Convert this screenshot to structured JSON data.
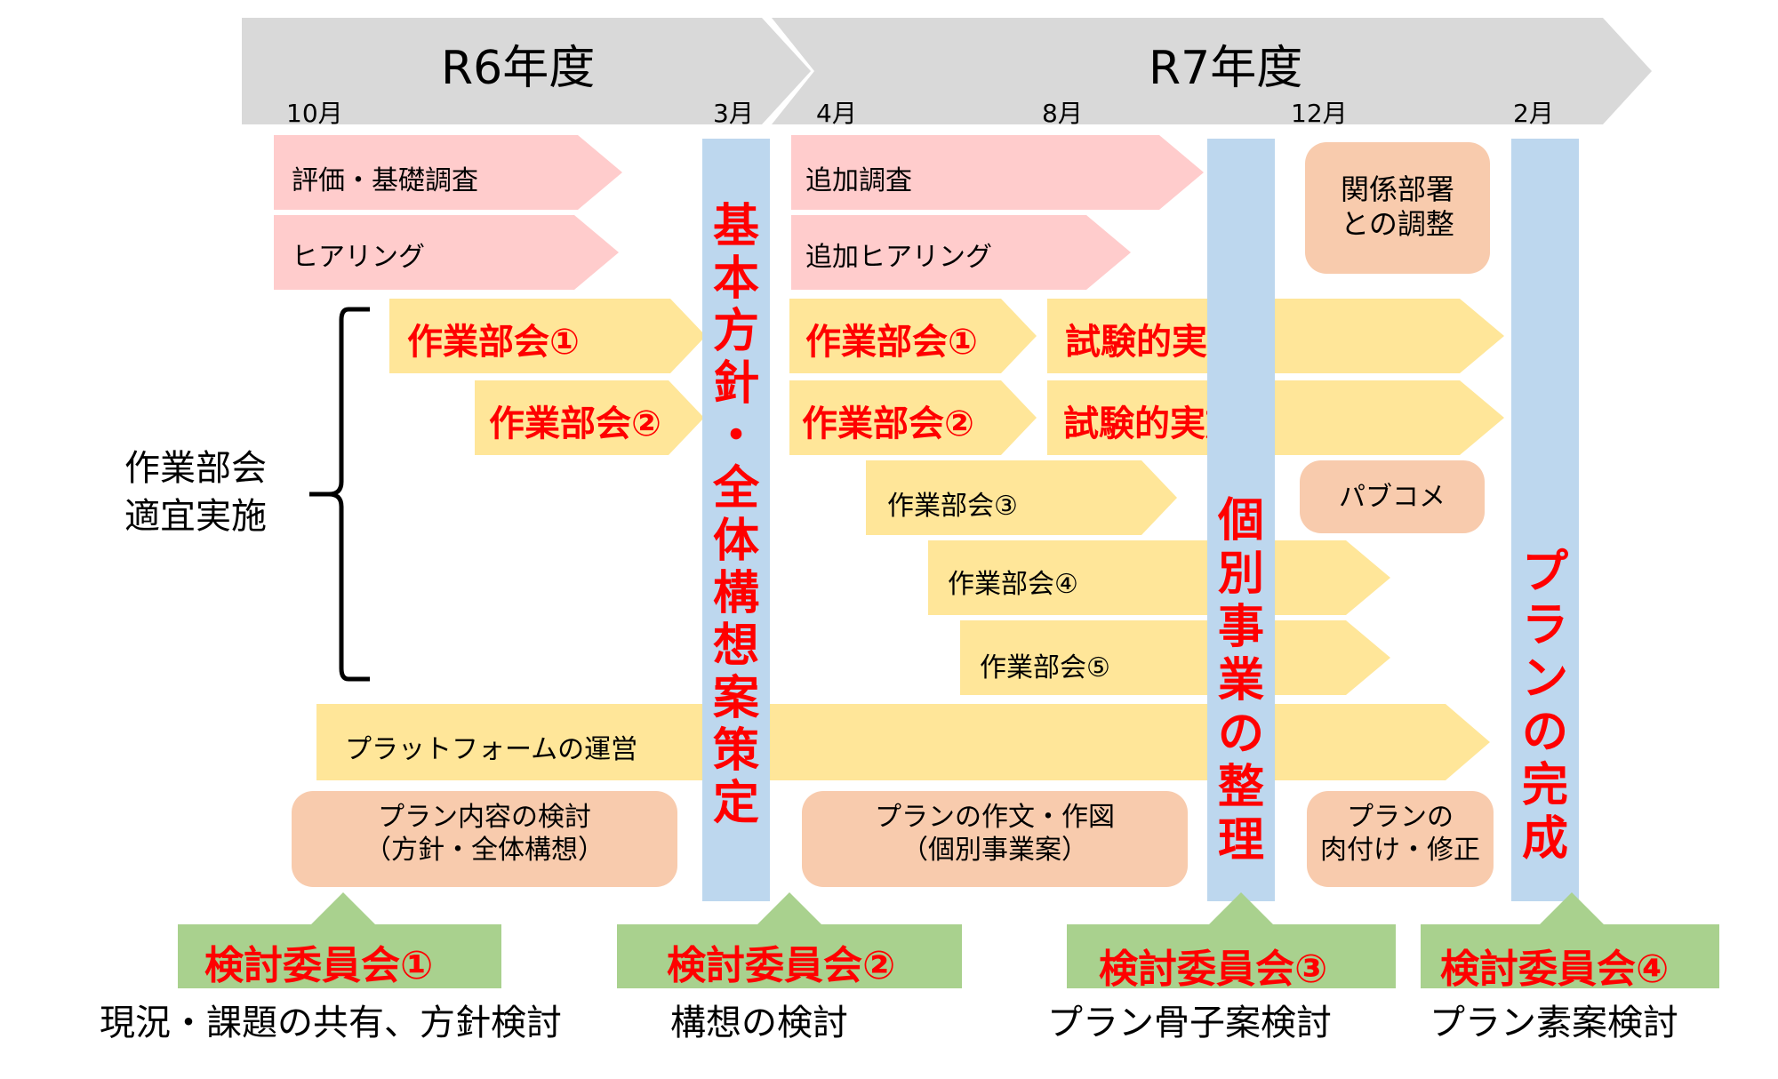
{
  "years": {
    "r6": "R6年度",
    "r7": "R7年度"
  },
  "months": {
    "oct": "10月",
    "mar": "3月",
    "apr": "4月",
    "aug": "8月",
    "dec": "12月",
    "feb": "2月"
  },
  "bars": {
    "hyoka": "評価・基礎調査",
    "hearing": "ヒアリング",
    "tsuika_chosa": "追加調査",
    "tsuika_hearing": "追加ヒアリング",
    "wg1_r6": "作業部会①",
    "wg2_r6": "作業部会②",
    "wg1_r7": "作業部会①",
    "wg2_r7": "作業部会②",
    "trial1": "試験的実施",
    "trial2": "試験的実施",
    "wg3": "作業部会③",
    "wg4": "作業部会④",
    "wg5": "作業部会⑤",
    "platform": "プラットフォームの運営"
  },
  "boxes": {
    "kankei": [
      "関係部署",
      "との調整"
    ],
    "pabucome": "パブコメ",
    "plan_content": [
      "プラン内容の検討",
      "（方針・全体構想）"
    ],
    "plan_sakubun": [
      "プランの作文・作図",
      "（個別事業案）"
    ],
    "plan_nikuzuke": [
      "プランの",
      "肉付け・修正"
    ]
  },
  "milestones": {
    "kihon": "基本方針・全体構想案策定",
    "kobetsu": "個別事業の整理",
    "kansei": "プランの完成"
  },
  "bracket_label": [
    "作業部会",
    "適宜実施"
  ],
  "committees": [
    {
      "label": "検討委員会①",
      "caption": "現況・課題の共有、方針検討"
    },
    {
      "label": "検討委員会②",
      "caption": "構想の検討"
    },
    {
      "label": "検討委員会③",
      "caption": "プラン骨子案検討"
    },
    {
      "label": "検討委員会④",
      "caption": "プラン素案検討"
    }
  ],
  "colors": {
    "gray": "#d9d9d9",
    "pink": "#ffcccc",
    "yellow": "#ffe699",
    "salmon": "#f8cbad",
    "blue": "#bdd7ee",
    "green": "#a9d18e",
    "red": "#ff0000"
  }
}
